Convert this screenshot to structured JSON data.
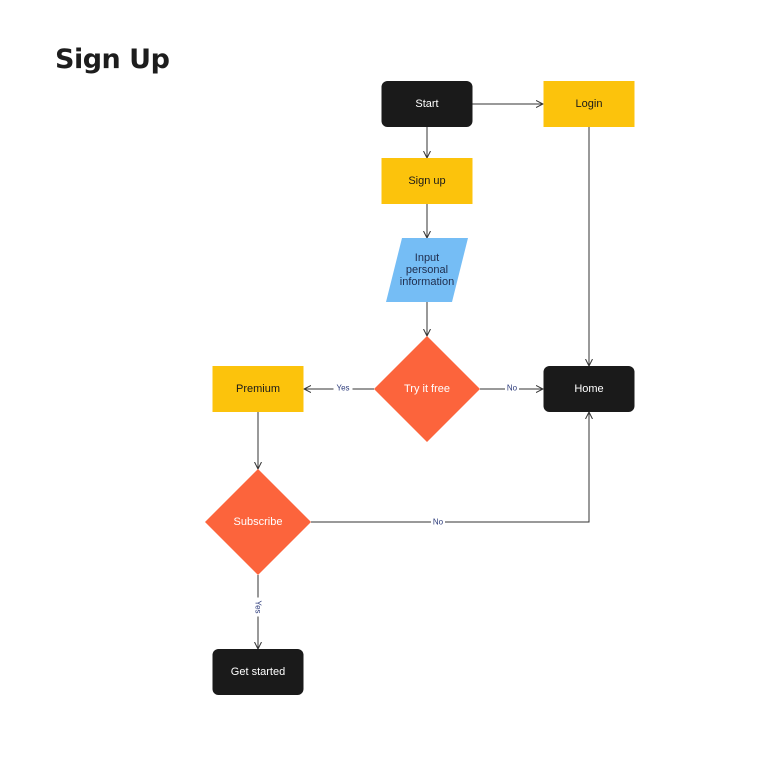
{
  "page": {
    "title": "Sign Up"
  },
  "colors": {
    "terminal": "#1a1a1a",
    "process": "#fcc30c",
    "io": "#75bdf5",
    "decision": "#fc643c",
    "edge": "#333333",
    "text_dark": "#1a1a1a",
    "text_light": "#ffffff",
    "io_text": "#1f2d4d",
    "edge_label": "#2b3a7a"
  },
  "nodes": {
    "start": {
      "label": "Start",
      "shape": "terminal"
    },
    "login": {
      "label": "Login",
      "shape": "process"
    },
    "signup": {
      "label": "Sign up",
      "shape": "process"
    },
    "input": {
      "label": [
        "Input",
        "personal",
        "information"
      ],
      "shape": "io"
    },
    "try_free": {
      "label": "Try it free",
      "shape": "decision"
    },
    "premium": {
      "label": "Premium",
      "shape": "process"
    },
    "home": {
      "label": "Home",
      "shape": "terminal"
    },
    "subscribe": {
      "label": "Subscribe",
      "shape": "decision"
    },
    "get_started": {
      "label": "Get started",
      "shape": "terminal"
    }
  },
  "edges": [
    {
      "from": "start",
      "to": "login",
      "label": ""
    },
    {
      "from": "start",
      "to": "signup",
      "label": ""
    },
    {
      "from": "signup",
      "to": "input",
      "label": ""
    },
    {
      "from": "input",
      "to": "try_free",
      "label": ""
    },
    {
      "from": "try_free",
      "to": "premium",
      "label": "Yes"
    },
    {
      "from": "try_free",
      "to": "home",
      "label": "No"
    },
    {
      "from": "login",
      "to": "home",
      "label": ""
    },
    {
      "from": "premium",
      "to": "subscribe",
      "label": ""
    },
    {
      "from": "subscribe",
      "to": "home",
      "label": "No"
    },
    {
      "from": "subscribe",
      "to": "get_started",
      "label": "Yes"
    }
  ]
}
